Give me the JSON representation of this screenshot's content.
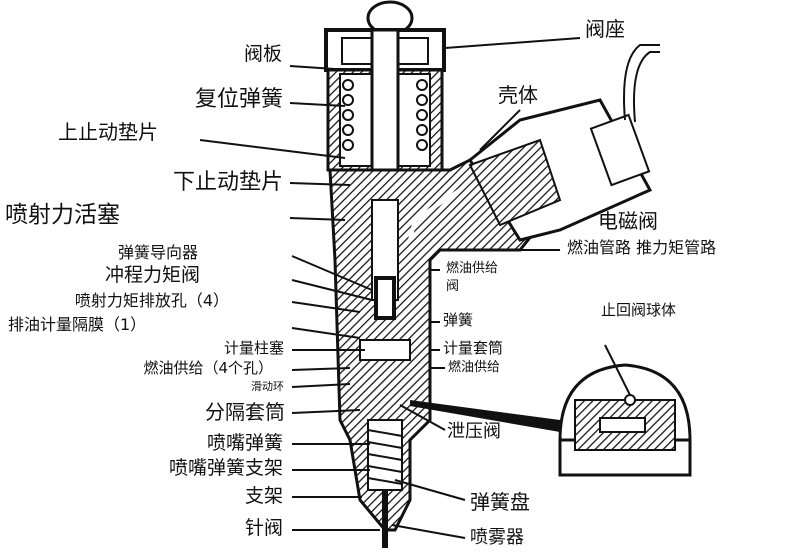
{
  "left_labels": [
    {
      "text": "阀板"
    },
    {
      "text": "复位弹簧"
    },
    {
      "text": "上止动垫片"
    },
    {
      "text": "下止动垫片"
    },
    {
      "text": "喷射力活塞"
    },
    {
      "text": "弹簧导向器"
    },
    {
      "text": "冲程力矩阀"
    },
    {
      "text": "喷射力矩排放孔（4）"
    },
    {
      "text": "排油计量隔膜（1）"
    },
    {
      "text": "计量柱塞"
    },
    {
      "text": "燃油供给（4个孔）"
    },
    {
      "text": "滑动环"
    },
    {
      "text": "分隔套筒"
    },
    {
      "text": "喷嘴弹簧"
    },
    {
      "text": "喷嘴弹簧支架"
    },
    {
      "text": "支架"
    },
    {
      "text": "针阀"
    }
  ],
  "right_labels": [
    {
      "text": "阀座"
    },
    {
      "text": "壳体"
    },
    {
      "text": "电磁阀"
    },
    {
      "text": "燃油管路 推力矩管路"
    },
    {
      "text": "燃油供给"
    },
    {
      "text": "阀"
    },
    {
      "text": "弹簧"
    },
    {
      "text": "计量套筒"
    },
    {
      "text": "燃油供给"
    },
    {
      "text": "止回阀球体"
    },
    {
      "text": "泄压阀"
    },
    {
      "text": "弹簧盘"
    },
    {
      "text": "喷雾器"
    }
  ]
}
